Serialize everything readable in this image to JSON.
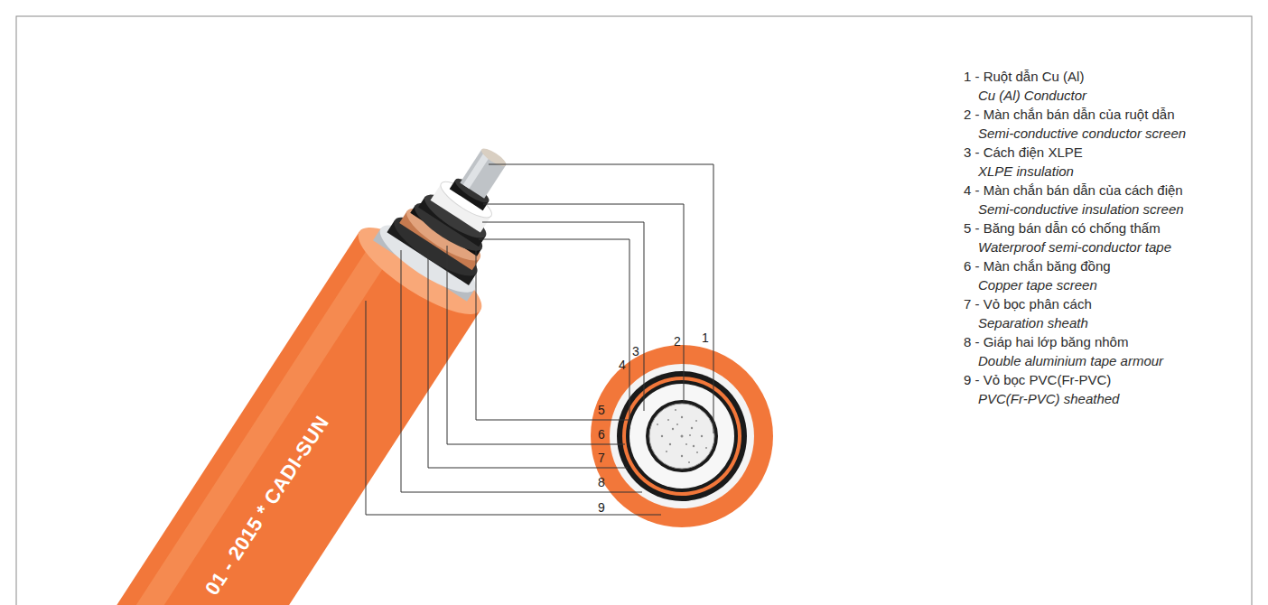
{
  "diagram": {
    "labels": [
      "1 - Ruột dẫn Cu (Al)",
      "Cu (Al) Conductor",
      "2 - Màn chắn bán dẫn của ruột dẫn",
      "Semi-conductive conductor screen",
      "3 - Cách điện XLPE",
      "XLPE insulation",
      "4 - Màn chắn bán dẫn của cách điện",
      "Semi-conductive insulation screen",
      "5 - Băng bán dẫn có chống thấm",
      "Waterproof semi-conductor tape",
      "6 - Màn chắn băng đồng",
      "Copper tape screen",
      "7 - Vỏ bọc phân cách",
      "Separation sheath",
      "8 - Giáp hai lớp băng nhôm",
      "Double aluminium tape armour",
      "9 - Vỏ bọc PVC(Fr-PVC)",
      "PVC(Fr-PVC) sheathed",
      "1",
      "2",
      "3",
      "4",
      "5",
      "6",
      "7",
      "8",
      "9",
      "01 - 2015 * CADI-SUN"
    ]
  }
}
